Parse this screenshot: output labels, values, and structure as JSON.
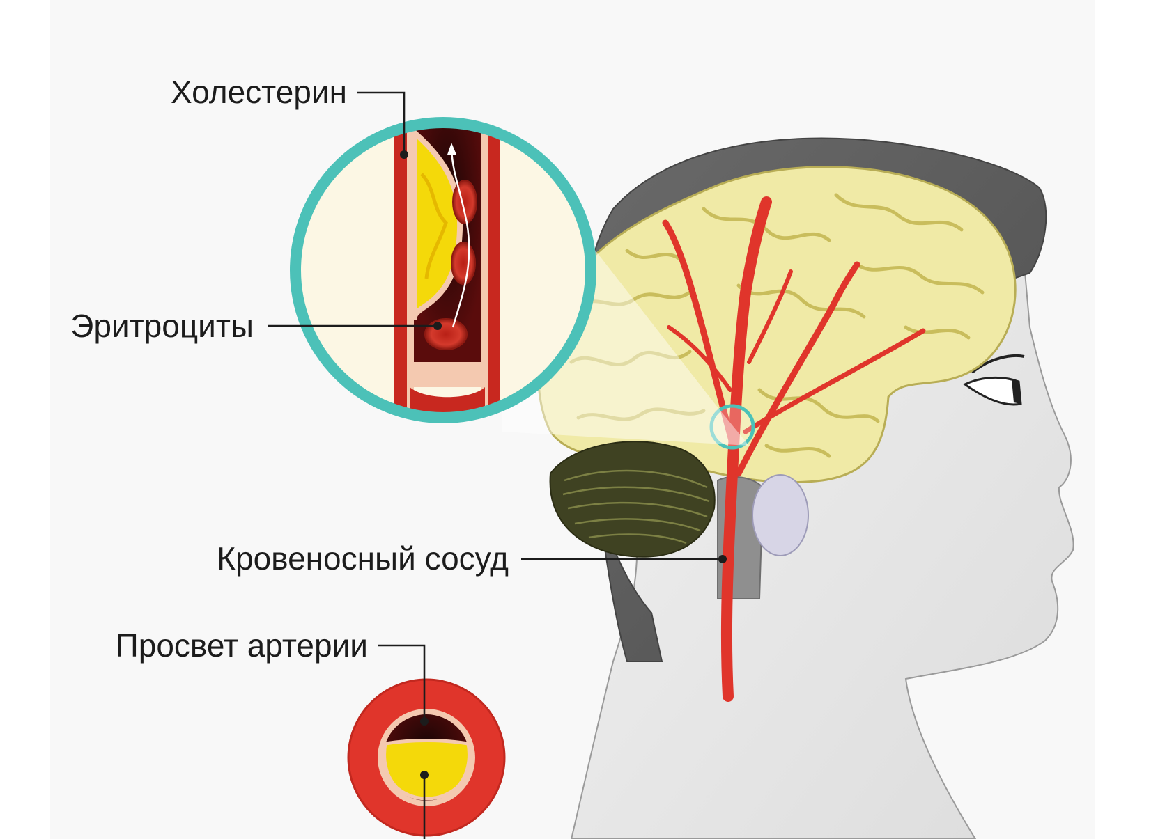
{
  "labels": {
    "cholesterol": "Холестерин",
    "erythrocytes": "Эритроциты",
    "blood_vessel": "Кровеносный сосуд",
    "artery_lumen": "Просвет артерии"
  },
  "colors": {
    "background": "#ffffff",
    "panel": "#f8f8f8",
    "skin_fill": "#e6e6e6",
    "skull": "#5b5b5b",
    "brain": "#f0eaa6",
    "cerebellum": "#3f4222",
    "artery": "#e0352b",
    "plaque": "#f4d90a",
    "zoom_ring": "#4cc1b8",
    "zoom_fill": "#fcf7e4"
  },
  "icons": {
    "head": "head-profile-illustration",
    "zoom": "magnified-artery-view",
    "cross_section": "artery-cross-section"
  }
}
